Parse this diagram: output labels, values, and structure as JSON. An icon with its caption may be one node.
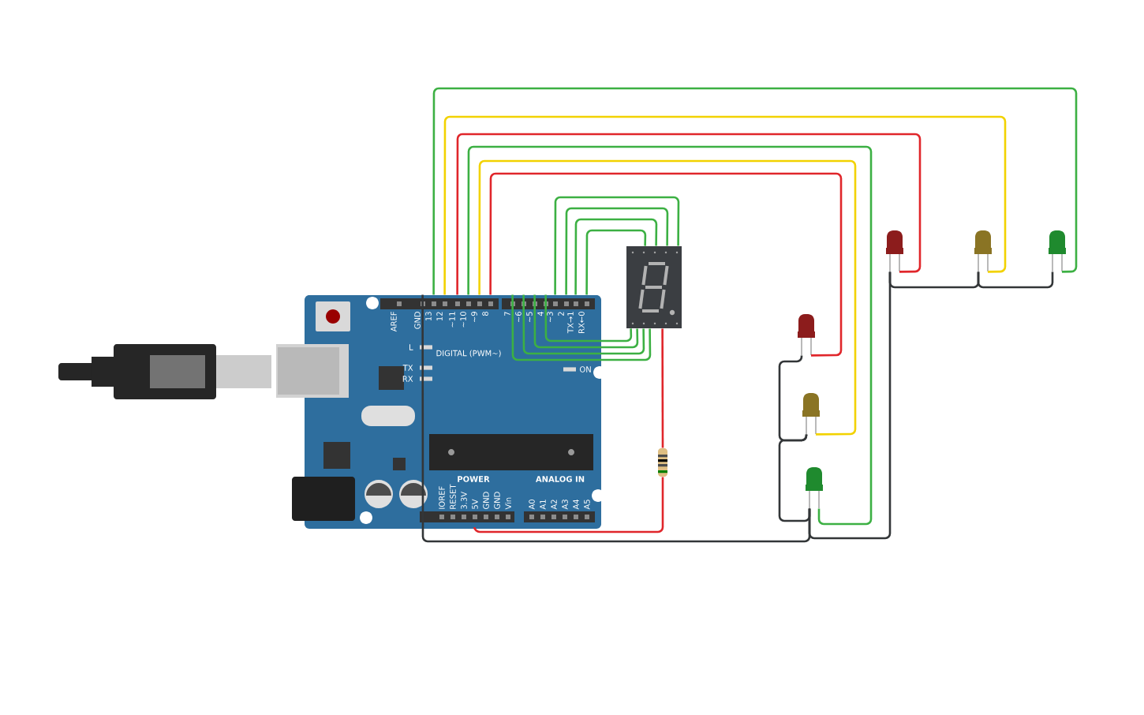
{
  "diagram": {
    "nodes": [
      {
        "text": [],
        "shape": "picture"
      },
      {
        "text": [],
        "shape": "picture"
      },
      {
        "text": [],
        "shape": "picture"
      },
      {
        "text": [],
        "shape": "picture"
      },
      {
        "text": [],
        "shape": "picture"
      },
      {
        "text": [],
        "shape": "picture"
      },
      {
        "text": [],
        "shape": "picture"
      },
      {
        "text": [],
        "shape": "picture"
      },
      {
        "text": [],
        "shape": "picture"
      }
    ],
    "edges": [
      {
        "from": 0,
        "to": 5,
        "arrow": "none"
      },
      {
        "from": 0,
        "to": 4,
        "arrow": "none",
        "color": "#f2d200"
      },
      {
        "from": 0,
        "to": 3,
        "arrow": "none",
        "color": "#e0262b"
      },
      {
        "from": 0,
        "to": 8,
        "arrow": "none"
      },
      {
        "from": 0,
        "to": 7,
        "arrow": "none",
        "color": "#f2d200"
      },
      {
        "from": 0,
        "to": 6,
        "arrow": "none",
        "color": "#e0262b"
      },
      {
        "from": 0,
        "to": 1,
        "arrow": "none"
      },
      {
        "from": 0,
        "to": 1,
        "arrow": "none"
      },
      {
        "from": 0,
        "to": 1,
        "arrow": "none"
      },
      {
        "from": 0,
        "to": 1,
        "arrow": "none"
      },
      {
        "from": 0,
        "to": 1,
        "arrow": "none"
      },
      {
        "from": 0,
        "to": 1,
        "arrow": "none"
      },
      {
        "from": 0,
        "to": 1,
        "arrow": "none"
      },
      {
        "from": 0,
        "to": 1,
        "arrow": "none"
      },
      {
        "from": 1,
        "to": 2,
        "arrow": "none",
        "color": "#e0262b"
      },
      {
        "from": 2,
        "to": 0,
        "arrow": "none",
        "color": "#e0262b"
      },
      {
        "from": 3,
        "to": 4,
        "arrow": "none",
        "color": "#333638"
      },
      {
        "from": 4,
        "to": 5,
        "arrow": "none",
        "color": "#333638"
      },
      {
        "from": 6,
        "to": 7,
        "arrow": "none",
        "color": "#333638"
      },
      {
        "from": 7,
        "to": 8,
        "arrow": "none",
        "color": "#333638"
      },
      {
        "from": 0,
        "to": 8,
        "arrow": "none",
        "color": "#333638"
      },
      {
        "from": 3,
        "to": 8,
        "arrow": "none",
        "color": "#333638"
      }
    ],
    "labels": [
      "AREF",
      "GND",
      "13",
      "12",
      "~11",
      "~10",
      "~9",
      "8",
      "7",
      "~6",
      "~5",
      "4",
      "~3",
      "2",
      "TX→1",
      "RX←0",
      "DIGITAL (PWM~)",
      "L",
      "TX",
      "RX",
      "ON",
      "POWER",
      "ANALOG IN",
      "IOREF",
      "RESET",
      "3.3V",
      "5V",
      "GND",
      "GND",
      "Vin",
      "A0",
      "A1",
      "A2",
      "A3",
      "A4",
      "A5"
    ]
  }
}
